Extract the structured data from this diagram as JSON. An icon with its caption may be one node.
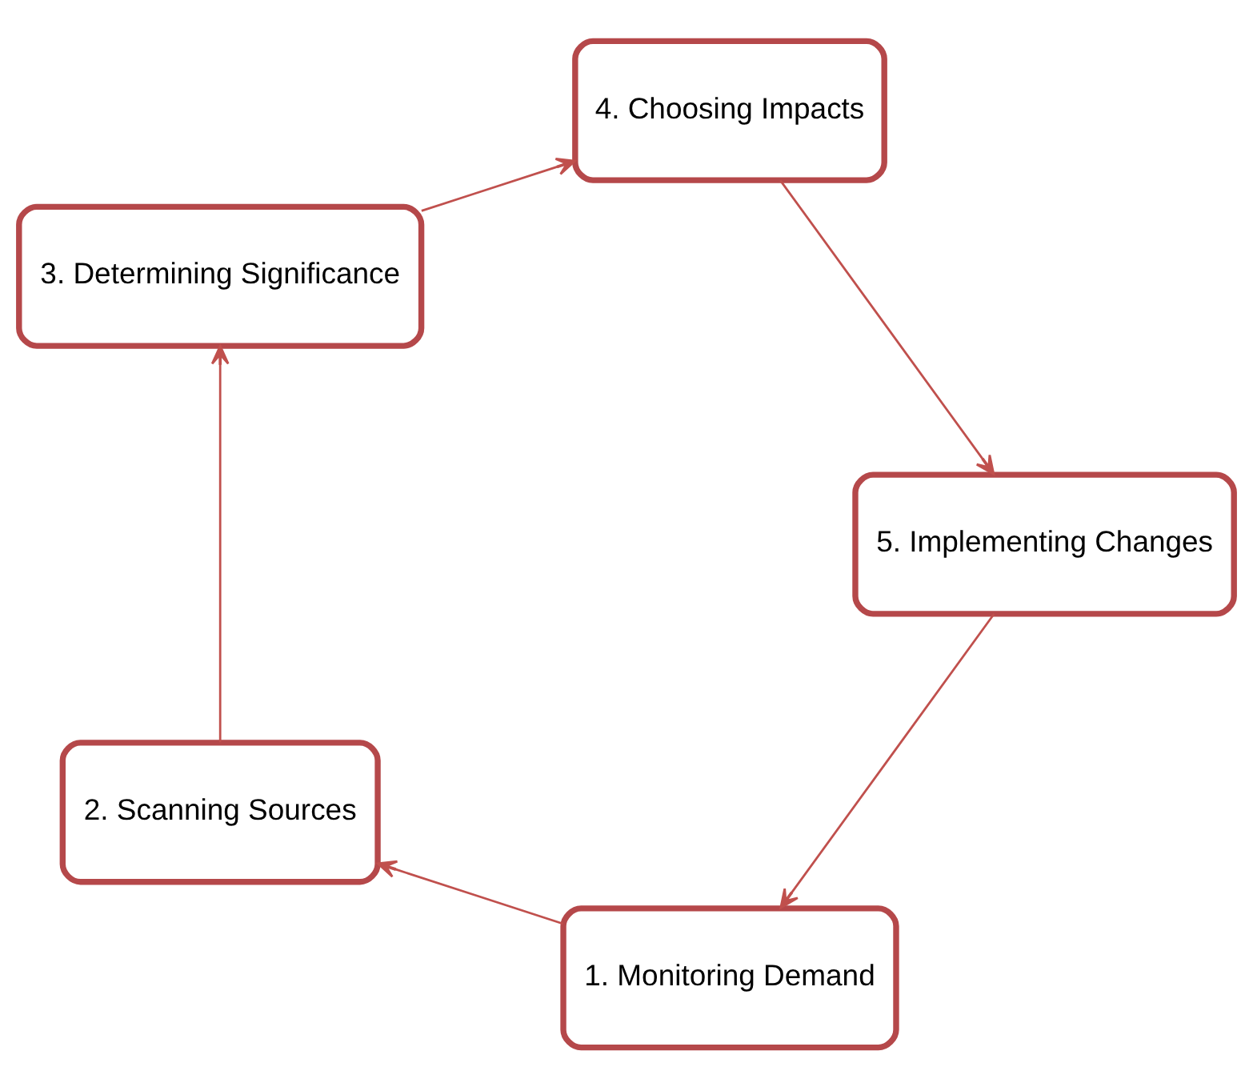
{
  "diagram": {
    "nodes": [
      {
        "text": [
          "1. Monitoring Demand"
        ]
      },
      {
        "text": [
          "2. Scanning Sources"
        ]
      },
      {
        "text": [
          "3. Determining Significance"
        ]
      },
      {
        "text": [
          "4. Choosing Impacts"
        ]
      },
      {
        "text": [
          "5. Implementing Changes"
        ]
      }
    ],
    "edges": [
      {
        "from": 0,
        "to": 1,
        "arrow": "to"
      },
      {
        "from": 1,
        "to": 2,
        "arrow": "to"
      },
      {
        "from": 2,
        "to": 3,
        "arrow": "to"
      },
      {
        "from": 3,
        "to": 4,
        "arrow": "to"
      },
      {
        "from": 4,
        "to": 0,
        "arrow": "to"
      }
    ]
  }
}
